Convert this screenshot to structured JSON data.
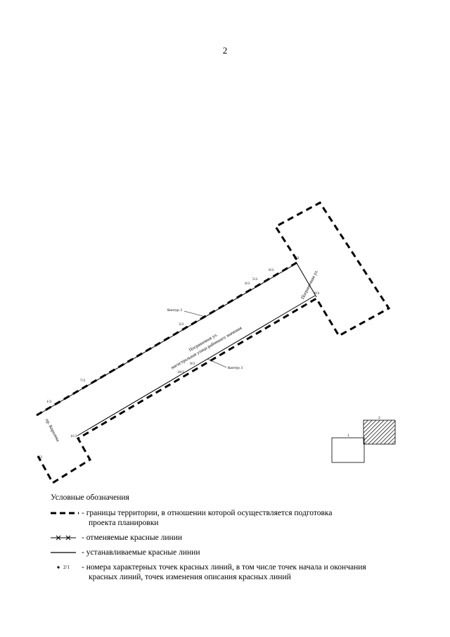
{
  "page_number": "2",
  "map": {
    "streets": {
      "main_name": "Пограничная ул.",
      "main_type": "магистральная улица районного значения",
      "right": "Пограничная ул.",
      "left": "пр. Королева"
    },
    "contour_labels": [
      "Контур 3",
      "Контур 3"
    ],
    "points": [
      "1/3",
      "2/3",
      "3/3",
      "4/3",
      "5/3",
      "6/3",
      "7/3",
      "8/3",
      "9/3",
      "10/3",
      "11/3",
      "3/2"
    ],
    "inset_labels": [
      "1",
      "2"
    ]
  },
  "legend": {
    "title": "Условные обозначения",
    "items": [
      {
        "symbol": "dashed-boundary-icon",
        "lines": [
          "- границы территории, в отношении которой осуществляется подготовка",
          "проекта планировки"
        ]
      },
      {
        "symbol": "cancelled-line-icon",
        "lines": [
          "- отменяемые красные линии"
        ]
      },
      {
        "symbol": "solid-line-icon",
        "lines": [
          "- устанавливаемые красные линии"
        ]
      },
      {
        "symbol": "point-marker-icon",
        "marker_label": "2/1",
        "lines": [
          "- номера характерных точек красных линий, в том числе точек начала и окончания",
          "красных линий, точек изменения описания красных линий"
        ]
      }
    ]
  }
}
